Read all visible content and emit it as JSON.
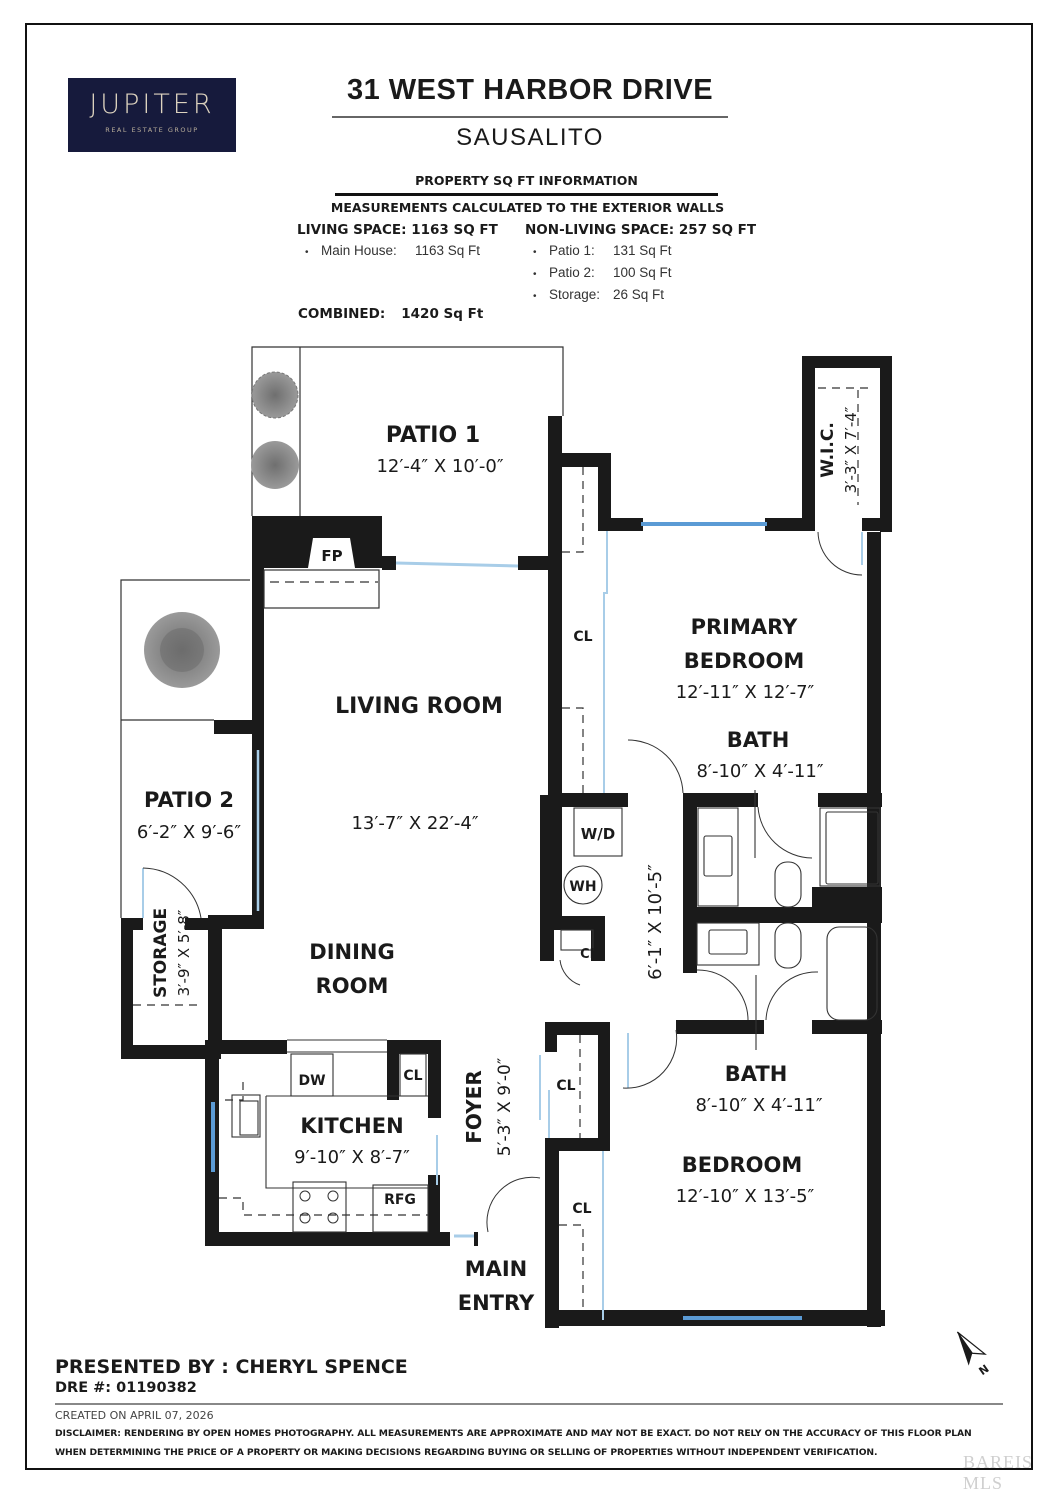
{
  "logo": {
    "name": "JUPITER",
    "subtitle": "REAL ESTATE GROUP",
    "bg_color": "#161a3c"
  },
  "header": {
    "address": "31 WEST HARBOR DRIVE",
    "city": "SAUSALITO"
  },
  "sqft_info": {
    "heading": "PROPERTY SQ FT INFORMATION",
    "note": "MEASUREMENTS CALCULATED TO THE EXTERIOR WALLS",
    "living": {
      "heading": "LIVING SPACE: 1163 SQ FT",
      "items": [
        {
          "label": "Main House:",
          "value": "1163 Sq Ft"
        }
      ]
    },
    "non_living": {
      "heading": "NON-LIVING SPACE: 257 SQ FT",
      "items": [
        {
          "label": "Patio 1:",
          "value": "131 Sq Ft"
        },
        {
          "label": "Patio 2:",
          "value": "100 Sq Ft"
        },
        {
          "label": "Storage:",
          "value": "26 Sq Ft"
        }
      ]
    },
    "combined": {
      "label": "COMBINED:",
      "value": "1420  Sq Ft"
    },
    "bullet": "•"
  },
  "rooms": {
    "patio1": {
      "name": "PATIO 1",
      "dims": "12′-4″ X 10′-0″"
    },
    "fireplace": {
      "name": "FP"
    },
    "living": {
      "name": "LIVING ROOM",
      "dims": "13′-7″ X 22′-4″"
    },
    "patio2": {
      "name": "PATIO 2",
      "dims": "6′-2″ X 9′-6″"
    },
    "storage": {
      "name": "STORAGE",
      "dims": "3′-9″ X 5′-8″"
    },
    "dining": {
      "name_line1": "DINING",
      "name_line2": "ROOM"
    },
    "kitchen": {
      "name": "KITCHEN",
      "dims": "9′-10″ X 8′-7″"
    },
    "dishwasher": {
      "name": "DW"
    },
    "refrigerator": {
      "name": "RFG"
    },
    "kitchen_closet": {
      "name": "CL"
    },
    "foyer": {
      "name": "FOYER",
      "dims": "5′-3″ X 9′-0″"
    },
    "main_entry": {
      "line1": "MAIN",
      "line2": "ENTRY"
    },
    "hall": {
      "dims": "6′-1″ X 10′-5″"
    },
    "washer_dryer": {
      "name": "W/D"
    },
    "water_heater": {
      "name": "WH"
    },
    "hall_closet": {
      "name": "CL"
    },
    "primary_closet": {
      "name": "CL"
    },
    "wic": {
      "name": "W.I.C.",
      "dims": "3′-3″ X 7′-4″"
    },
    "primary_bedroom": {
      "name_line1": "PRIMARY",
      "name_line2": "BEDROOM",
      "dims": "12′-11″ X 12′-7″"
    },
    "primary_bath": {
      "name": "BATH",
      "dims": "8′-10″ X 4′-11″"
    },
    "bath2": {
      "name": "BATH",
      "dims": "8′-10″ X 4′-11″"
    },
    "bedroom": {
      "name": "BEDROOM",
      "dims": "12′-10″ X 13′-5″"
    },
    "bedroom_closet_1": {
      "name": "CL"
    },
    "bedroom_closet_2": {
      "name": "CL"
    }
  },
  "compass": {
    "label": "N"
  },
  "footer": {
    "presented_by": "PRESENTED BY : CHERYL SPENCE",
    "dre": "DRE #: 01190382",
    "created": "CREATED ON APRIL 07, 2026",
    "disclaimer_line1": "DISCLAIMER: RENDERING BY OPEN HOMES PHOTOGRAPHY. ALL MEASUREMENTS ARE APPROXIMATE AND MAY NOT BE EXACT. DO NOT RELY ON THE ACCURACY OF THIS FLOOR PLAN",
    "disclaimer_line2": "WHEN DETERMINING THE PRICE OF A PROPERTY OR MAKING DECISIONS REGARDING BUYING OR SELLING OF PROPERTIES WITHOUT INDEPENDENT VERIFICATION.",
    "watermark": "BAREIS MLS"
  },
  "colors": {
    "wall": "#1a1a1a",
    "window": "#5b9bd5",
    "window_light": "#a8cde8",
    "plant": "#8a8a8a"
  }
}
